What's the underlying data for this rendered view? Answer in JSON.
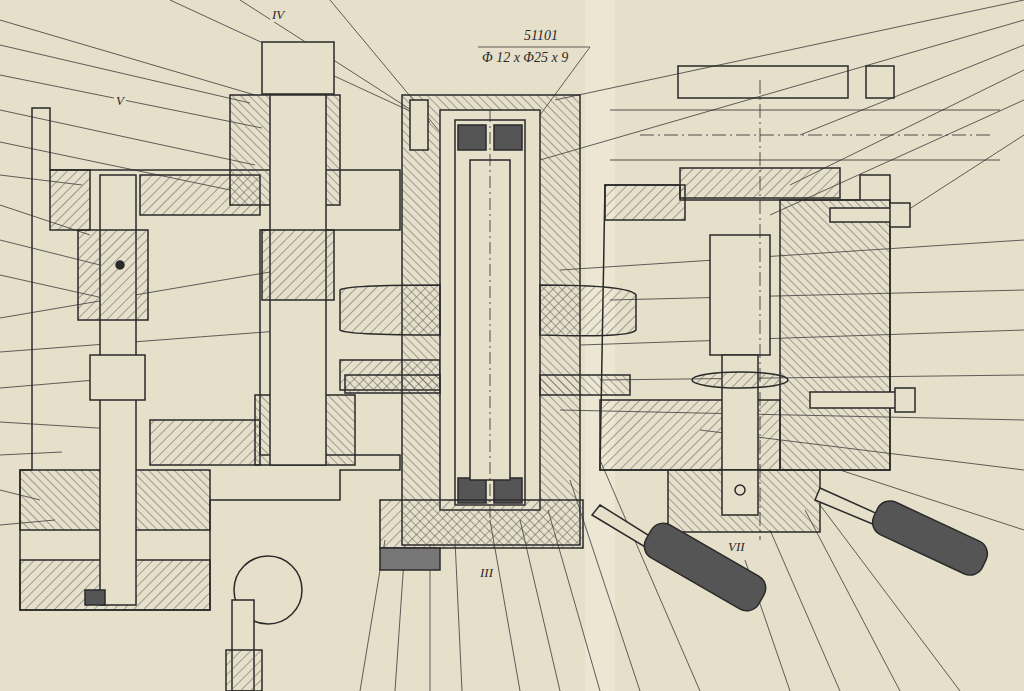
{
  "diagram": {
    "labels": [
      "IV",
      "V",
      "51101",
      "Φ 12 x Φ25 x 9",
      "III",
      "VII"
    ]
  }
}
